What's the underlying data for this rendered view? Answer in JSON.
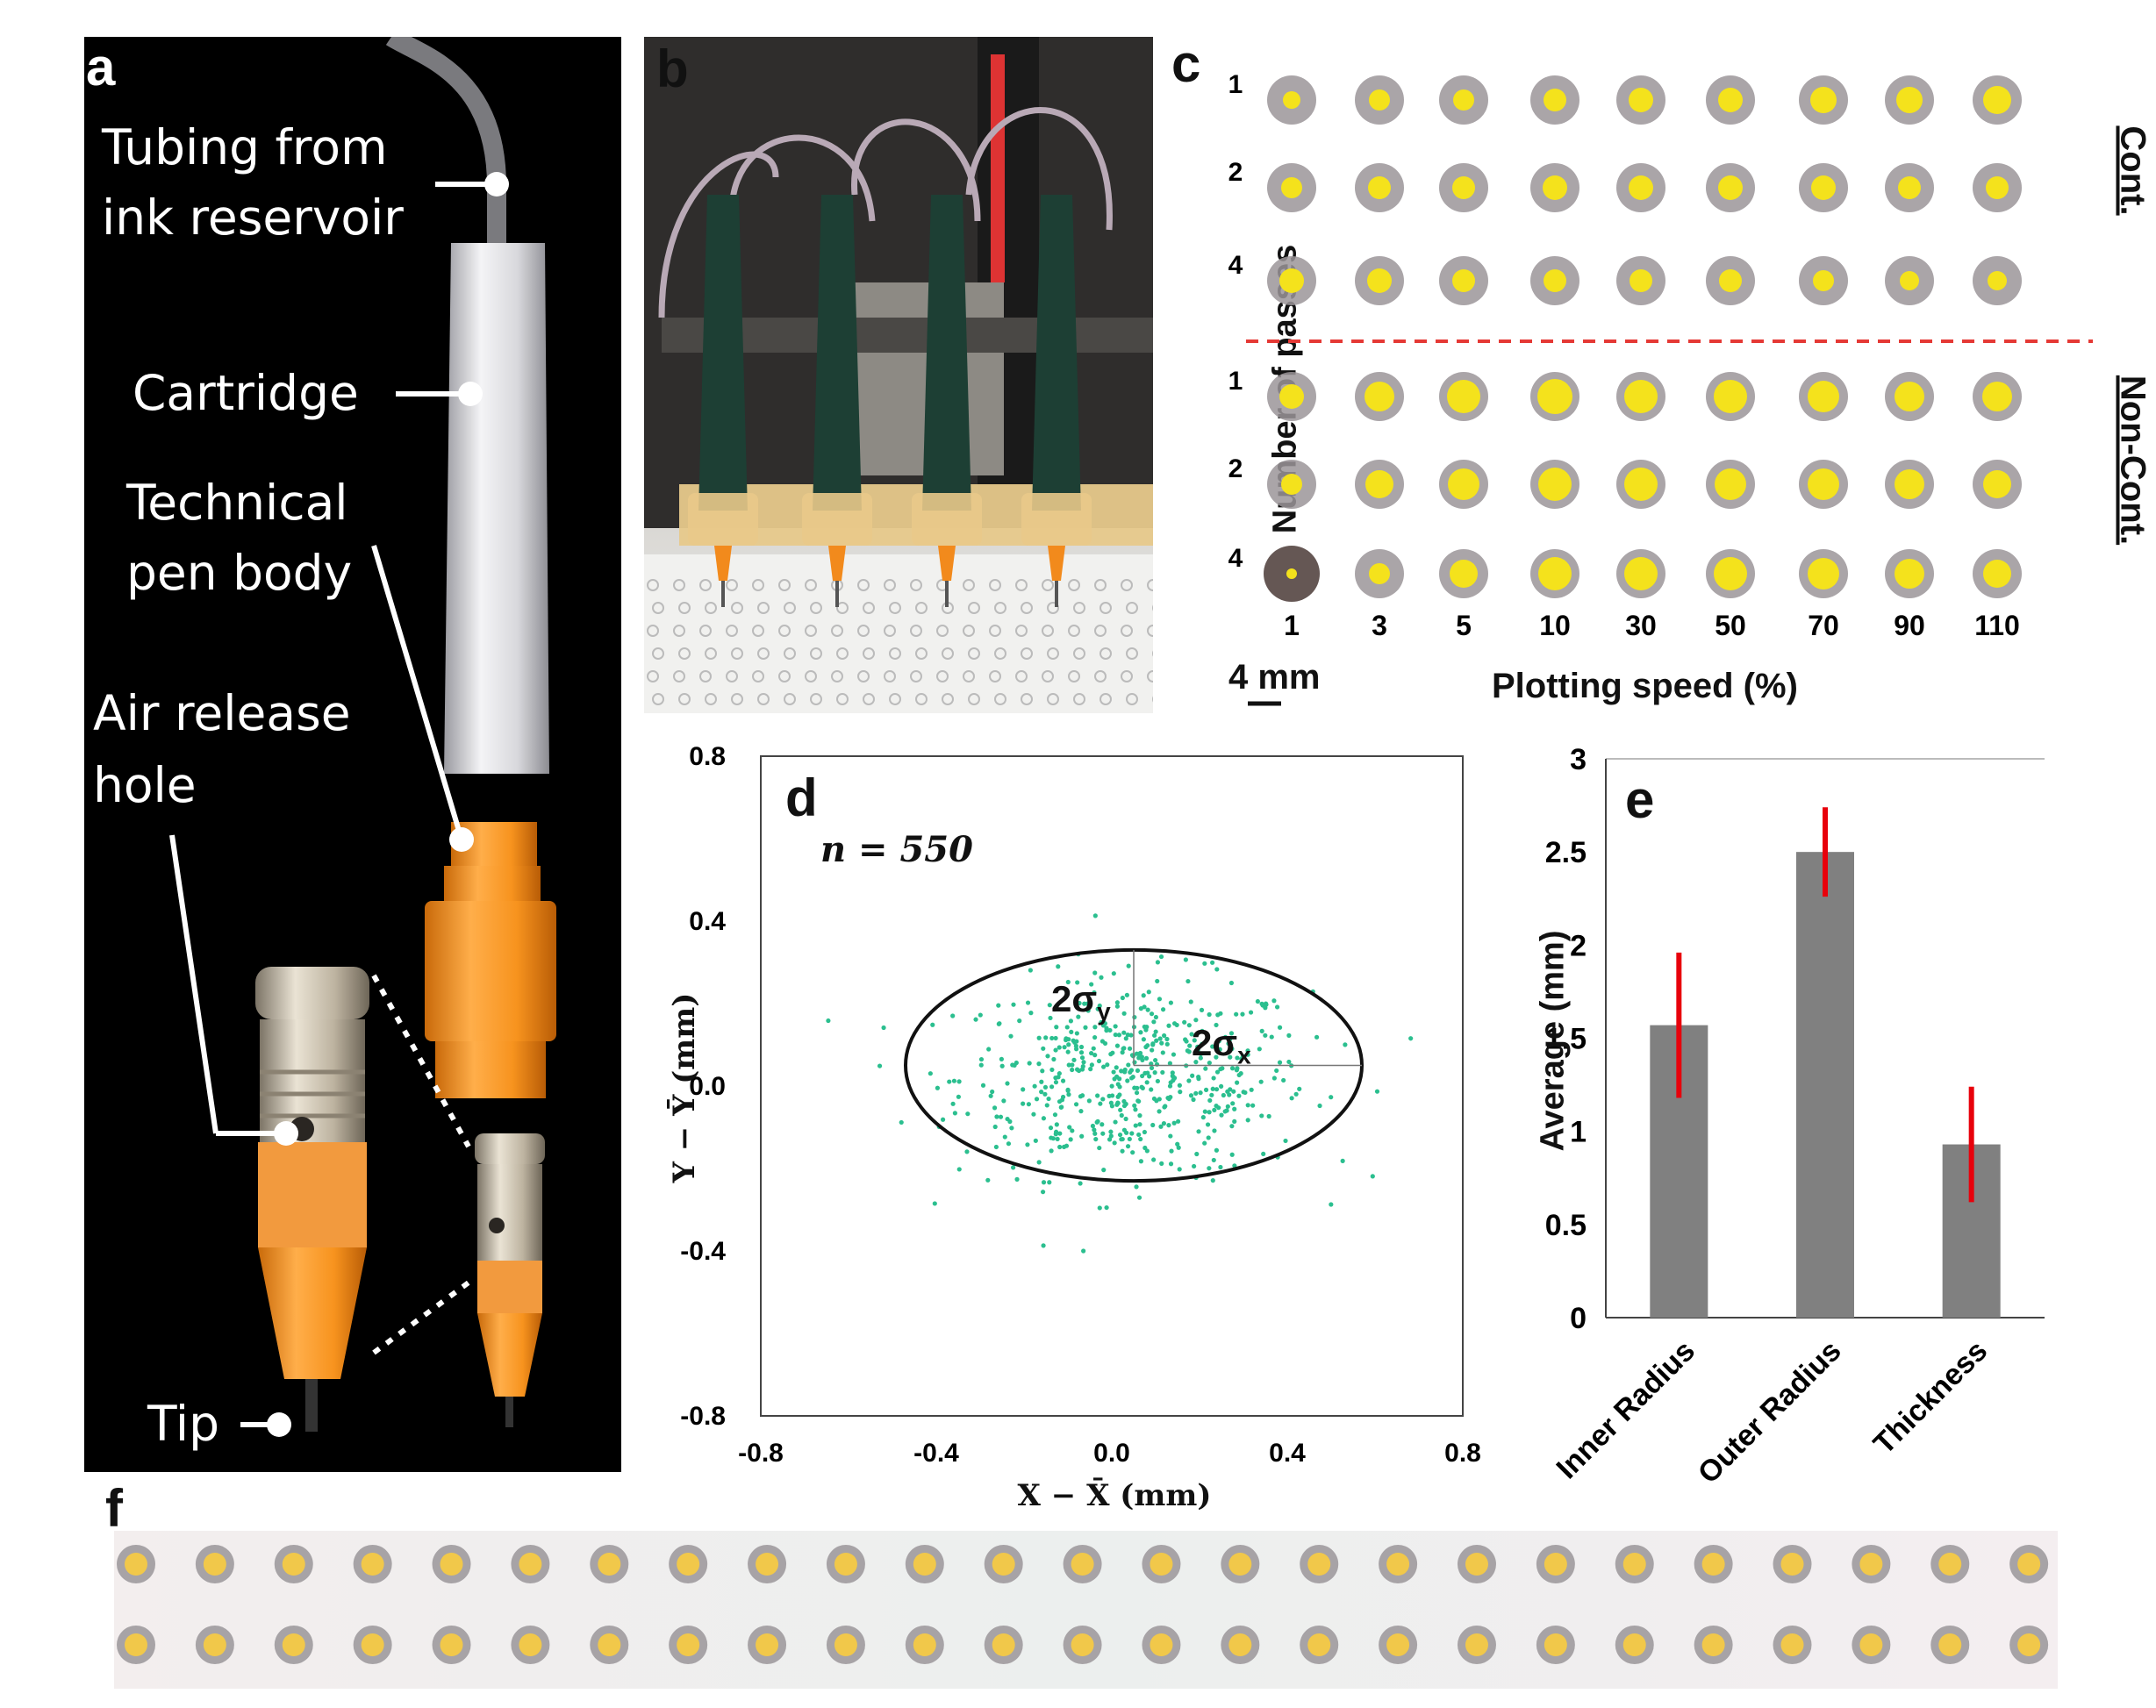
{
  "panels": {
    "a": {
      "letter": "a",
      "labels": {
        "tubing_l1": "Tubing from",
        "tubing_l2": "ink reservoir",
        "cartridge": "Cartridge",
        "pen_l1": "Technical",
        "pen_l2": "pen body",
        "air_l1": "Air release",
        "air_l2": "hole",
        "tip": "Tip"
      },
      "colors": {
        "orange": "#f7931e",
        "metal": "#c9bfae",
        "cartridge": "#e6e6e8"
      }
    },
    "b": {
      "letter": "b",
      "pen_count": 4,
      "colors": {
        "pen": "#1d3f34",
        "holder": "#e9c98a",
        "tip": "#f28a1c"
      }
    },
    "c": {
      "letter": "c",
      "ylabel": "Number of passes",
      "xlabel": "Plotting speed (%)",
      "scale_bar": "4 mm",
      "cont_label": "Cont.",
      "noncont_label": "Non-Cont.",
      "pass_labels": [
        "1",
        "2",
        "4",
        "1",
        "2",
        "4"
      ],
      "speeds": [
        "1",
        "3",
        "5",
        "10",
        "30",
        "50",
        "70",
        "90",
        "110"
      ],
      "colors": {
        "dot": "#f4e21c",
        "ring": "#8a8a8a",
        "divider": "#e53935"
      }
    },
    "d": {
      "letter": "d",
      "annotation": "n = 550",
      "sigma_y": "2σ",
      "sigma_y_sub": "y",
      "sigma_x": "2σ",
      "sigma_x_sub": "x"
    },
    "e": {
      "letter": "e"
    },
    "f": {
      "letter": "f",
      "rows": 2,
      "cols": 25
    }
  },
  "chart_data": [
    {
      "type": "scatter",
      "panel": "d",
      "xlabel": "X − X̄ (mm)",
      "ylabel": "Y − Ȳ (mm)",
      "xlim": [
        -0.8,
        0.8
      ],
      "ylim": [
        -0.8,
        0.8
      ],
      "xticks": [
        "-0.8",
        "-0.4",
        "0.0",
        "0.4",
        "0.8"
      ],
      "yticks": [
        "0.8",
        "0.4",
        "0.0",
        "-0.4",
        "-0.8"
      ],
      "n": 550,
      "ellipse": {
        "center": [
          0.05,
          0.05
        ],
        "radius_x": 0.52,
        "radius_y": 0.28
      },
      "point_color": "#2bbf8f",
      "grid": false
    },
    {
      "type": "bar",
      "panel": "e",
      "categories": [
        "Inner Radius",
        "Outer Radius",
        "Thickness"
      ],
      "values": [
        1.57,
        2.5,
        0.93
      ],
      "errors": [
        0.39,
        0.24,
        0.31
      ],
      "ylabel": "Average (mm)",
      "ylim": [
        0,
        3
      ],
      "yticks": [
        "0",
        "0.5",
        "1",
        "1.5",
        "2",
        "2.5",
        "3"
      ],
      "bar_color": "#808080",
      "error_color": "#e8000b",
      "grid": false
    }
  ]
}
